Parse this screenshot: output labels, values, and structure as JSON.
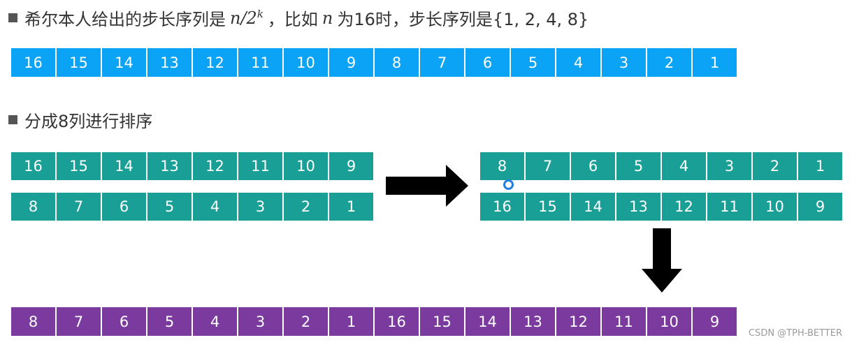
{
  "heading1": {
    "text_before": "希尔本人给出的步长序列是",
    "math_n": "n",
    "math_slash": "/2",
    "math_exp": "k",
    "text_middle": "，比如",
    "math_n2": "n",
    "text_after": "为16时，步长序列是{1, 2, 4, 8}"
  },
  "heading2": {
    "text": "分成8列进行排序"
  },
  "sequences": {
    "original": [
      "16",
      "15",
      "14",
      "13",
      "12",
      "11",
      "10",
      "9",
      "8",
      "7",
      "6",
      "5",
      "4",
      "3",
      "2",
      "1"
    ],
    "split_row1": [
      "16",
      "15",
      "14",
      "13",
      "12",
      "11",
      "10",
      "9"
    ],
    "split_row2": [
      "8",
      "7",
      "6",
      "5",
      "4",
      "3",
      "2",
      "1"
    ],
    "sorted_row1": [
      "8",
      "7",
      "6",
      "5",
      "4",
      "3",
      "2",
      "1"
    ],
    "sorted_row2": [
      "16",
      "15",
      "14",
      "13",
      "12",
      "11",
      "10",
      "9"
    ],
    "result": [
      "8",
      "7",
      "6",
      "5",
      "4",
      "3",
      "2",
      "1",
      "16",
      "15",
      "14",
      "13",
      "12",
      "11",
      "10",
      "9"
    ]
  },
  "colors": {
    "original": "#0aa3f5",
    "split": "#199f96",
    "result": "#7a3a9e",
    "arrow": "#000000"
  },
  "icons": {
    "right_arrow": "right-arrow-icon",
    "down_arrow": "down-arrow-icon",
    "cursor": "cursor-dot-icon"
  },
  "watermark": "CSDN @TPH-BETTER"
}
